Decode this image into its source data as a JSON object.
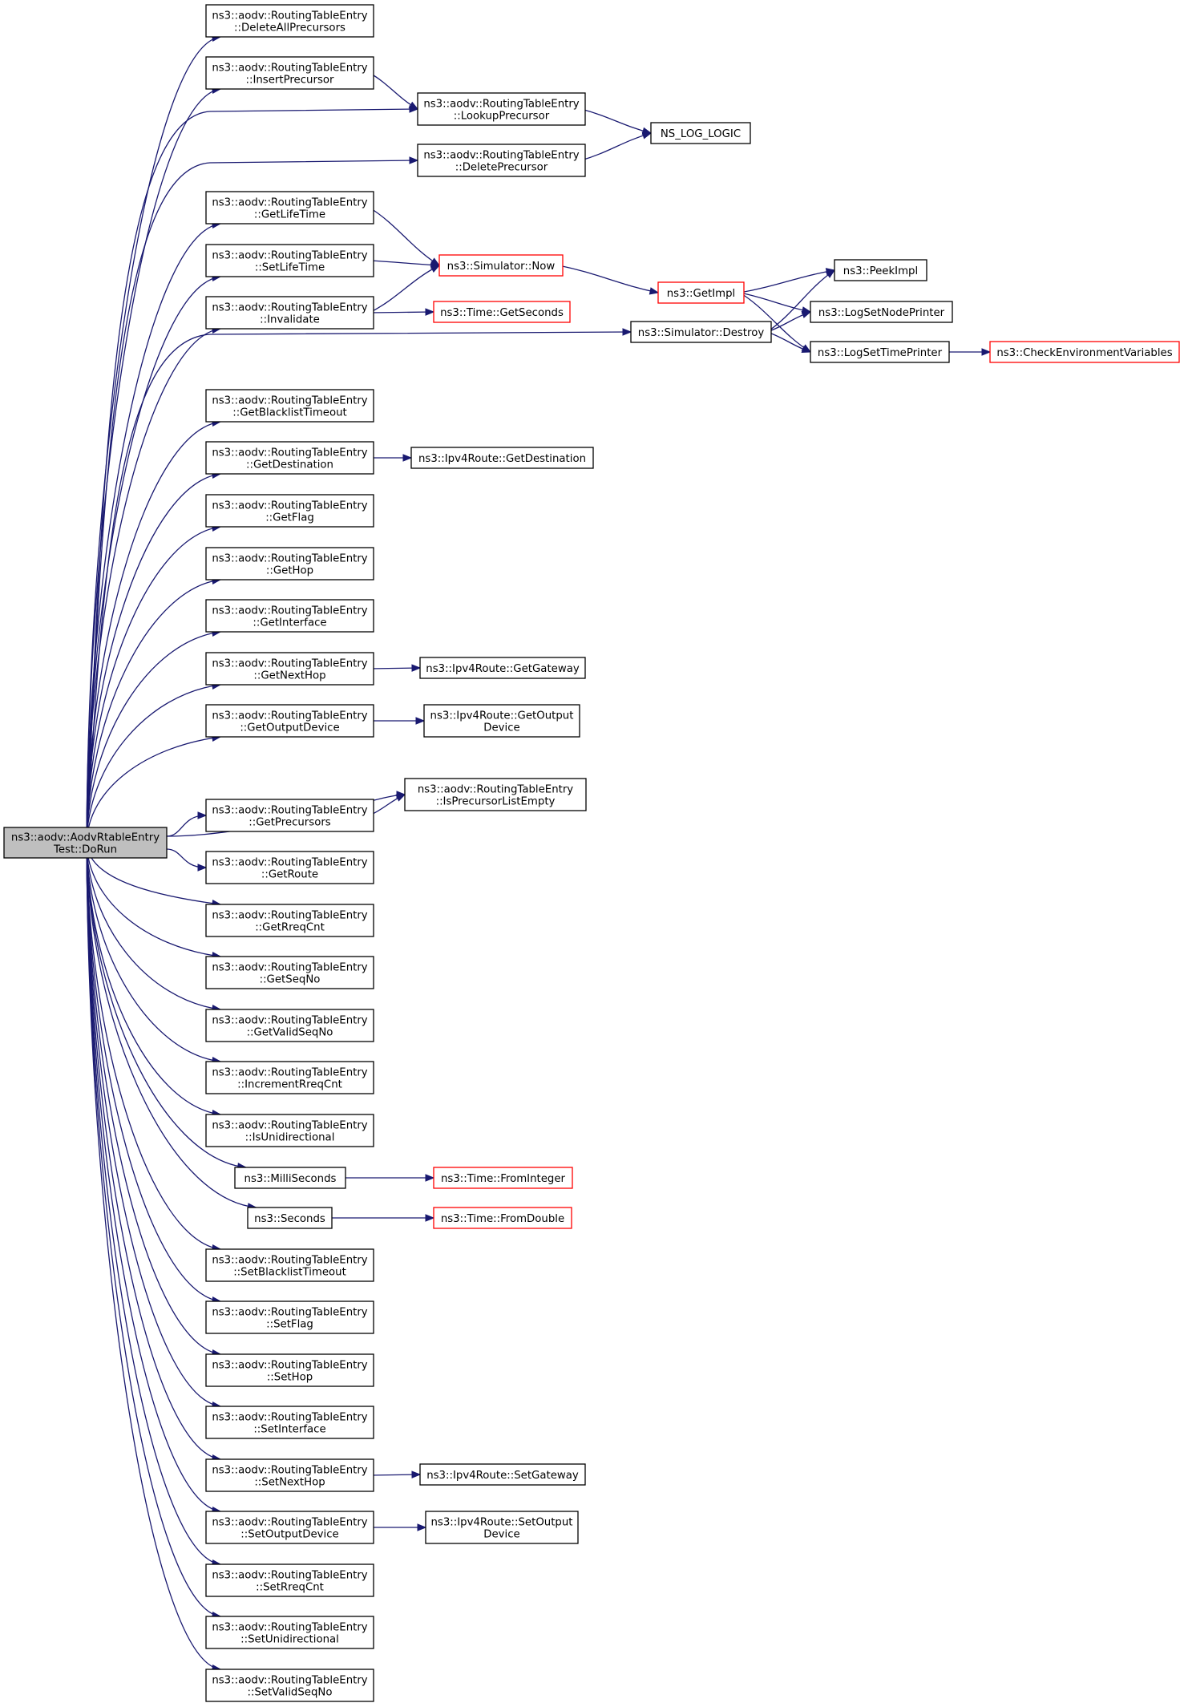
{
  "nodes": [
    {
      "id": "root",
      "lines": [
        "ns3::aodv::AodvRtableEntry",
        "Test::DoRun"
      ],
      "style": "root"
    },
    {
      "id": "deleteAllPrecursors",
      "lines": [
        "ns3::aodv::RoutingTableEntry",
        "::DeleteAllPrecursors"
      ]
    },
    {
      "id": "insertPrecursor",
      "lines": [
        "ns3::aodv::RoutingTableEntry",
        "::InsertPrecursor"
      ]
    },
    {
      "id": "lookupPrecursor",
      "lines": [
        "ns3::aodv::RoutingTableEntry",
        "::LookupPrecursor"
      ]
    },
    {
      "id": "nsLogLogic",
      "lines": [
        "NS_LOG_LOGIC"
      ]
    },
    {
      "id": "deletePrecursor",
      "lines": [
        "ns3::aodv::RoutingTableEntry",
        "::DeletePrecursor"
      ]
    },
    {
      "id": "getLifeTime",
      "lines": [
        "ns3::aodv::RoutingTableEntry",
        "::GetLifeTime"
      ]
    },
    {
      "id": "setLifeTime",
      "lines": [
        "ns3::aodv::RoutingTableEntry",
        "::SetLifeTime"
      ]
    },
    {
      "id": "simNow",
      "lines": [
        "ns3::Simulator::Now"
      ],
      "style": "red"
    },
    {
      "id": "getImpl",
      "lines": [
        "ns3::GetImpl"
      ],
      "style": "red"
    },
    {
      "id": "peekImpl",
      "lines": [
        "ns3::PeekImpl"
      ]
    },
    {
      "id": "invalidate",
      "lines": [
        "ns3::aodv::RoutingTableEntry",
        "::Invalidate"
      ]
    },
    {
      "id": "timeGetSeconds",
      "lines": [
        "ns3::Time::GetSeconds"
      ],
      "style": "red"
    },
    {
      "id": "logSetNodePrinter",
      "lines": [
        "ns3::LogSetNodePrinter"
      ]
    },
    {
      "id": "simDestroy",
      "lines": [
        "ns3::Simulator::Destroy"
      ]
    },
    {
      "id": "logSetTimePrinter",
      "lines": [
        "ns3::LogSetTimePrinter"
      ]
    },
    {
      "id": "checkEnvVars",
      "lines": [
        "ns3::CheckEnvironmentVariables"
      ],
      "style": "red"
    },
    {
      "id": "getBlacklistTimeout",
      "lines": [
        "ns3::aodv::RoutingTableEntry",
        "::GetBlacklistTimeout"
      ]
    },
    {
      "id": "getDestination",
      "lines": [
        "ns3::aodv::RoutingTableEntry",
        "::GetDestination"
      ]
    },
    {
      "id": "ipv4GetDestination",
      "lines": [
        "ns3::Ipv4Route::GetDestination"
      ]
    },
    {
      "id": "getFlag",
      "lines": [
        "ns3::aodv::RoutingTableEntry",
        "::GetFlag"
      ]
    },
    {
      "id": "getHop",
      "lines": [
        "ns3::aodv::RoutingTableEntry",
        "::GetHop"
      ]
    },
    {
      "id": "getInterface",
      "lines": [
        "ns3::aodv::RoutingTableEntry",
        "::GetInterface"
      ]
    },
    {
      "id": "getNextHop",
      "lines": [
        "ns3::aodv::RoutingTableEntry",
        "::GetNextHop"
      ]
    },
    {
      "id": "ipv4GetGateway",
      "lines": [
        "ns3::Ipv4Route::GetGateway"
      ]
    },
    {
      "id": "getOutputDevice",
      "lines": [
        "ns3::aodv::RoutingTableEntry",
        "::GetOutputDevice"
      ]
    },
    {
      "id": "ipv4GetOutputDevice",
      "lines": [
        "ns3::Ipv4Route::GetOutput",
        "Device"
      ]
    },
    {
      "id": "isPrecursorListEmpty",
      "lines": [
        "ns3::aodv::RoutingTableEntry",
        "::IsPrecursorListEmpty"
      ]
    },
    {
      "id": "getPrecursors",
      "lines": [
        "ns3::aodv::RoutingTableEntry",
        "::GetPrecursors"
      ]
    },
    {
      "id": "getRoute",
      "lines": [
        "ns3::aodv::RoutingTableEntry",
        "::GetRoute"
      ]
    },
    {
      "id": "getRreqCnt",
      "lines": [
        "ns3::aodv::RoutingTableEntry",
        "::GetRreqCnt"
      ]
    },
    {
      "id": "getSeqNo",
      "lines": [
        "ns3::aodv::RoutingTableEntry",
        "::GetSeqNo"
      ]
    },
    {
      "id": "getValidSeqNo",
      "lines": [
        "ns3::aodv::RoutingTableEntry",
        "::GetValidSeqNo"
      ]
    },
    {
      "id": "incrementRreqCnt",
      "lines": [
        "ns3::aodv::RoutingTableEntry",
        "::IncrementRreqCnt"
      ]
    },
    {
      "id": "isUnidirectional",
      "lines": [
        "ns3::aodv::RoutingTableEntry",
        "::IsUnidirectional"
      ]
    },
    {
      "id": "milliSeconds",
      "lines": [
        "ns3::MilliSeconds"
      ]
    },
    {
      "id": "timeFromInteger",
      "lines": [
        "ns3::Time::FromInteger"
      ],
      "style": "red"
    },
    {
      "id": "seconds",
      "lines": [
        "ns3::Seconds"
      ]
    },
    {
      "id": "timeFromDouble",
      "lines": [
        "ns3::Time::FromDouble"
      ],
      "style": "red"
    },
    {
      "id": "setBlacklistTimeout",
      "lines": [
        "ns3::aodv::RoutingTableEntry",
        "::SetBlacklistTimeout"
      ]
    },
    {
      "id": "setFlag",
      "lines": [
        "ns3::aodv::RoutingTableEntry",
        "::SetFlag"
      ]
    },
    {
      "id": "setHop",
      "lines": [
        "ns3::aodv::RoutingTableEntry",
        "::SetHop"
      ]
    },
    {
      "id": "setInterface",
      "lines": [
        "ns3::aodv::RoutingTableEntry",
        "::SetInterface"
      ]
    },
    {
      "id": "setNextHop",
      "lines": [
        "ns3::aodv::RoutingTableEntry",
        "::SetNextHop"
      ]
    },
    {
      "id": "ipv4SetGateway",
      "lines": [
        "ns3::Ipv4Route::SetGateway"
      ]
    },
    {
      "id": "setOutputDevice",
      "lines": [
        "ns3::aodv::RoutingTableEntry",
        "::SetOutputDevice"
      ]
    },
    {
      "id": "ipv4SetOutputDevice",
      "lines": [
        "ns3::Ipv4Route::SetOutput",
        "Device"
      ]
    },
    {
      "id": "setRreqCnt",
      "lines": [
        "ns3::aodv::RoutingTableEntry",
        "::SetRreqCnt"
      ]
    },
    {
      "id": "setUnidirectional",
      "lines": [
        "ns3::aodv::RoutingTableEntry",
        "::SetUnidirectional"
      ]
    },
    {
      "id": "setValidSeqNo",
      "lines": [
        "ns3::aodv::RoutingTableEntry",
        "::SetValidSeqNo"
      ]
    }
  ],
  "edges": [
    [
      "root",
      "deleteAllPrecursors"
    ],
    [
      "root",
      "insertPrecursor"
    ],
    [
      "root",
      "lookupPrecursor"
    ],
    [
      "root",
      "deletePrecursor"
    ],
    [
      "root",
      "getLifeTime"
    ],
    [
      "root",
      "setLifeTime"
    ],
    [
      "root",
      "invalidate"
    ],
    [
      "root",
      "simDestroy"
    ],
    [
      "root",
      "getBlacklistTimeout"
    ],
    [
      "root",
      "getDestination"
    ],
    [
      "root",
      "getFlag"
    ],
    [
      "root",
      "getHop"
    ],
    [
      "root",
      "getInterface"
    ],
    [
      "root",
      "getNextHop"
    ],
    [
      "root",
      "getOutputDevice"
    ],
    [
      "root",
      "isPrecursorListEmpty"
    ],
    [
      "root",
      "getPrecursors"
    ],
    [
      "root",
      "getRoute"
    ],
    [
      "root",
      "getRreqCnt"
    ],
    [
      "root",
      "getSeqNo"
    ],
    [
      "root",
      "getValidSeqNo"
    ],
    [
      "root",
      "incrementRreqCnt"
    ],
    [
      "root",
      "isUnidirectional"
    ],
    [
      "root",
      "milliSeconds"
    ],
    [
      "root",
      "seconds"
    ],
    [
      "root",
      "setBlacklistTimeout"
    ],
    [
      "root",
      "setFlag"
    ],
    [
      "root",
      "setHop"
    ],
    [
      "root",
      "setInterface"
    ],
    [
      "root",
      "setNextHop"
    ],
    [
      "root",
      "setOutputDevice"
    ],
    [
      "root",
      "setRreqCnt"
    ],
    [
      "root",
      "setUnidirectional"
    ],
    [
      "root",
      "setValidSeqNo"
    ],
    [
      "insertPrecursor",
      "lookupPrecursor"
    ],
    [
      "lookupPrecursor",
      "nsLogLogic"
    ],
    [
      "deletePrecursor",
      "nsLogLogic"
    ],
    [
      "getLifeTime",
      "simNow"
    ],
    [
      "setLifeTime",
      "simNow"
    ],
    [
      "invalidate",
      "simNow"
    ],
    [
      "invalidate",
      "timeGetSeconds"
    ],
    [
      "simNow",
      "getImpl"
    ],
    [
      "getImpl",
      "peekImpl"
    ],
    [
      "getImpl",
      "logSetNodePrinter"
    ],
    [
      "getImpl",
      "logSetTimePrinter"
    ],
    [
      "simDestroy",
      "peekImpl"
    ],
    [
      "simDestroy",
      "logSetNodePrinter"
    ],
    [
      "simDestroy",
      "logSetTimePrinter"
    ],
    [
      "logSetTimePrinter",
      "checkEnvVars"
    ],
    [
      "getDestination",
      "ipv4GetDestination"
    ],
    [
      "getNextHop",
      "ipv4GetGateway"
    ],
    [
      "getOutputDevice",
      "ipv4GetOutputDevice"
    ],
    [
      "getPrecursors",
      "isPrecursorListEmpty"
    ],
    [
      "milliSeconds",
      "timeFromInteger"
    ],
    [
      "seconds",
      "timeFromDouble"
    ],
    [
      "setNextHop",
      "ipv4SetGateway"
    ],
    [
      "setOutputDevice",
      "ipv4SetOutputDevice"
    ]
  ]
}
